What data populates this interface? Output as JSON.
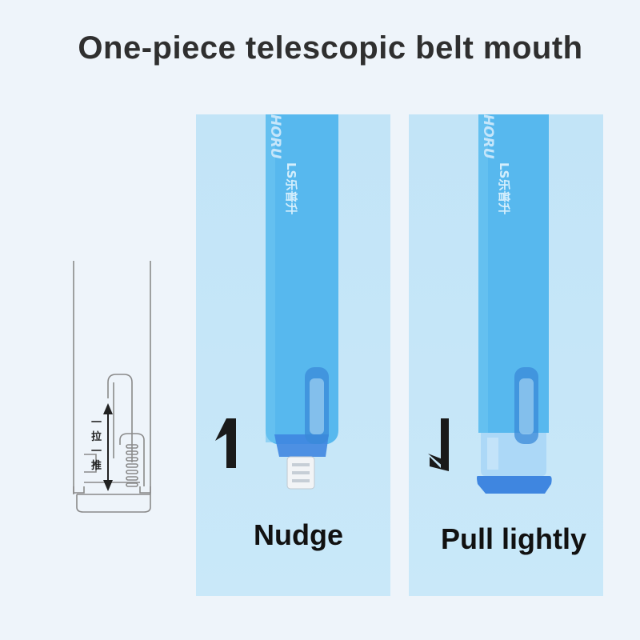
{
  "title": "One-piece telescopic belt mouth",
  "diagram": {
    "pull_char": "拉",
    "push_char": "推",
    "dash_char": "一"
  },
  "left_panel": {
    "label": "Nudge",
    "pen_brand": "HORU",
    "pen_logo": "LS乐普升"
  },
  "right_panel": {
    "label": "Pull lightly",
    "pen_brand": "HORU",
    "pen_logo": "LS乐普升"
  },
  "colors": {
    "panel_bg": "#c2e4f7",
    "pen_body": "#57b8ee",
    "pen_tip": "#3f86e0",
    "title": "#2f2f2f",
    "arrow": "#1a1a1a"
  }
}
